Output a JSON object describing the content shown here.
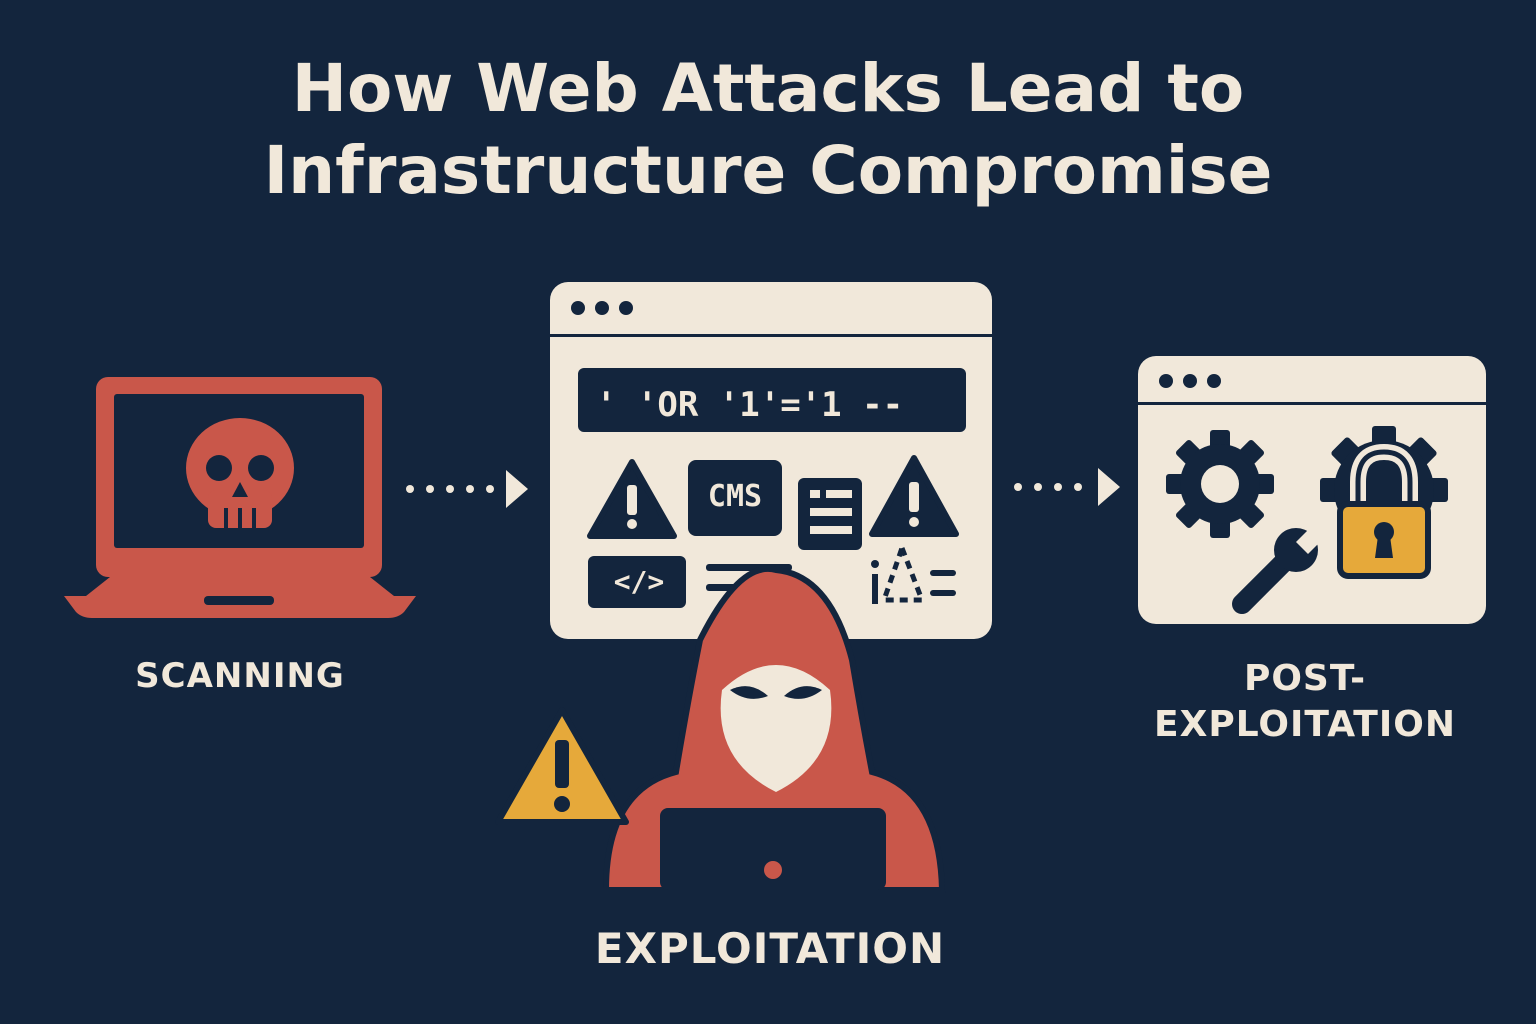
{
  "title": {
    "line1": "How Web Attacks Lead to",
    "line2": "Infrastructure Compromise"
  },
  "stages": {
    "scanning": {
      "label": "SCANNING"
    },
    "exploitation": {
      "label": "EXPLOITATION",
      "sql_payload": "' 'OR '1'='1 --",
      "cms_tag": "CMS",
      "code_tag": "</>"
    },
    "post_exploitation": {
      "label_line1": "POST-",
      "label_line2": "EXPLOITATION"
    }
  },
  "colors": {
    "background": "#13253d",
    "cream": "#f1e8da",
    "red": "#c9574a",
    "yellow": "#e6a93a",
    "navy": "#13253d"
  },
  "icons": [
    "laptop-icon",
    "skull-icon",
    "arrow-right-icon",
    "browser-window-icon",
    "warning-icon",
    "document-icon",
    "hacker-icon",
    "gear-icon",
    "wrench-icon",
    "padlock-icon"
  ]
}
